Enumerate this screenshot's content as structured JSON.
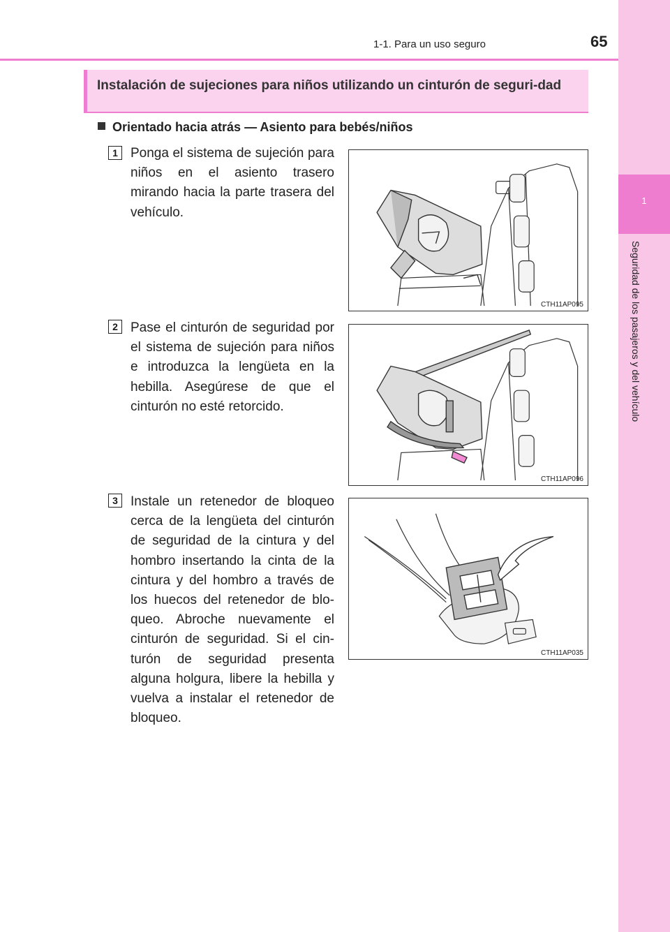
{
  "header": {
    "section": "1-1. Para un uso seguro",
    "page_number": "65"
  },
  "side_tab": {
    "chapter": "1",
    "label": "Seguridad de los pasajeros y del vehículo"
  },
  "title": "Instalación de sujeciones para niños utilizando un cinturón de seguri-dad",
  "subheading": "Orientado hacia atrás — Asiento para bebés/niños",
  "steps": [
    {
      "number": "1",
      "text": "Ponga el sistema de sujeción para niños en el asiento trasero mirando hacia la parte trasera del vehículo.",
      "figure_code": "CTH11AP095"
    },
    {
      "number": "2",
      "text": "Pase el cinturón de seguridad por el sistema de sujeción para niños e introduzca la lengüeta en la hebilla. Asegúrese de que el cinturón no esté retorcido.",
      "figure_code": "CTH11AP096"
    },
    {
      "number": "3",
      "text": "Instale un retenedor de bloqueo cerca de la lengüeta del cinturón de seguridad de la cintura y del hombro insertando la cinta de la cintura y del hombro a través de los huecos del retenedor de blo-queo. Abroche nuevamente el cinturón de seguridad. Si el cin-turón de seguridad presenta alguna holgura, libere la hebilla y vuelva a instalar el retenedor de bloqueo.",
      "figure_code": "CTH11AP035"
    }
  ],
  "colors": {
    "accent": "#ee7ccf",
    "tab_light": "#f9c6e8",
    "title_bg": "#fbd3ef"
  }
}
